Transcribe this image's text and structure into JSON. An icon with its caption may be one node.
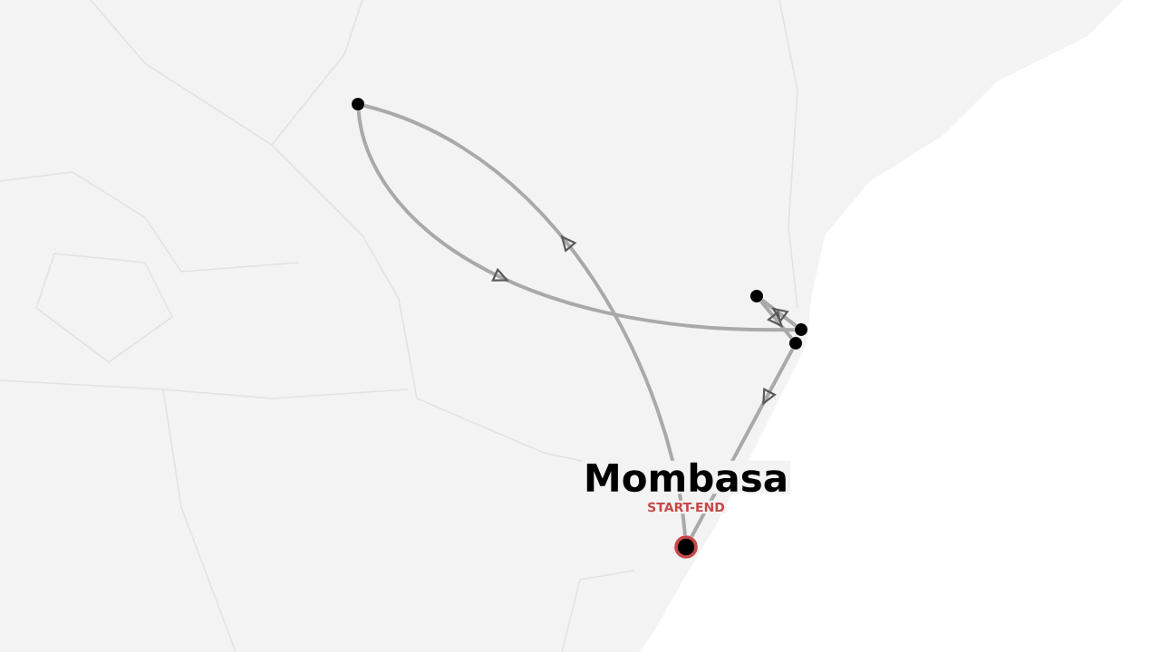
{
  "diagram": {
    "nodes": [
      {
        "text": [],
        "shape": "circle"
      },
      {
        "text": [],
        "shape": "circle"
      },
      {
        "text": [],
        "shape": "circle"
      },
      {
        "text": [],
        "shape": "circle"
      },
      {
        "text": [],
        "shape": "circle",
        "beside": [
          "Mombasa",
          "START-END"
        ]
      }
    ],
    "edges": [
      {
        "from": 4,
        "to": 0,
        "arrow": "to"
      },
      {
        "from": 0,
        "to": 3,
        "arrow": "to"
      },
      {
        "from": 3,
        "to": 1,
        "arrow": "to"
      },
      {
        "from": 1,
        "to": 2,
        "arrow": "to"
      },
      {
        "from": 2,
        "to": 4,
        "arrow": "to"
      }
    ]
  }
}
